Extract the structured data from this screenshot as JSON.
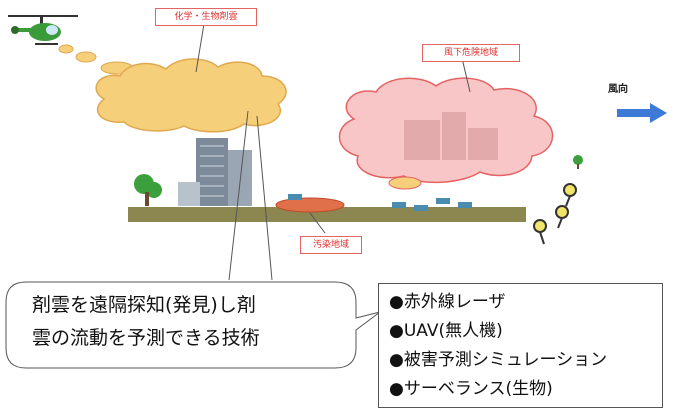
{
  "labels": {
    "chem_bio_cloud": "化学・生物剤雲",
    "downwind_hazard": "風下危険地域",
    "contaminated_area": "汚染地域",
    "wind_direction": "風向"
  },
  "callout": {
    "line1": "剤雲を遠隔探知(発見)し剤",
    "line2": "雲の流動を予測できる技術"
  },
  "technologies": [
    "●赤外線レーザ",
    "●UAV(無人機)",
    "●被害予測シミュレーション",
    "●サーベランス(生物)"
  ],
  "colors": {
    "chem_cloud_fill": "#f6cf7a",
    "hazard_cloud_fill": "#f8c6c6",
    "label_border": "#e46464",
    "wind_arrow": "#3d7ad6",
    "ground": "#8c8650"
  }
}
